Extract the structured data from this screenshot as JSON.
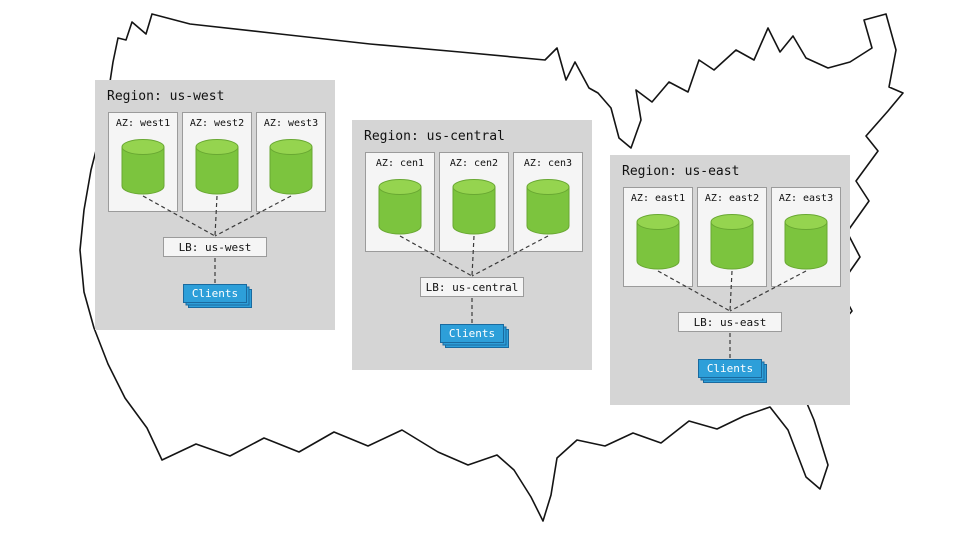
{
  "colors": {
    "region_bg": "#d5d5d5",
    "az_bg": "#f5f5f5",
    "box_border": "#9b9b9b",
    "cylinder_green": "#7cc43e",
    "cylinder_top": "#95d44f",
    "cylinder_stroke": "#69a832",
    "clients_blue": "#2d9fd9",
    "clients_border": "#1a6a9f",
    "connector": "#3a3a3a",
    "map_outline": "#141414"
  },
  "regions": [
    {
      "title": "Region: us-west",
      "azs": [
        "AZ: west1",
        "AZ: west2",
        "AZ: west3"
      ],
      "lb": "LB: us-west",
      "clients": "Clients"
    },
    {
      "title": "Region: us-central",
      "azs": [
        "AZ: cen1",
        "AZ: cen2",
        "AZ: cen3"
      ],
      "lb": "LB: us-central",
      "clients": "Clients"
    },
    {
      "title": "Region: us-east",
      "azs": [
        "AZ: east1",
        "AZ: east2",
        "AZ: east3"
      ],
      "lb": "LB: us-east",
      "clients": "Clients"
    }
  ]
}
